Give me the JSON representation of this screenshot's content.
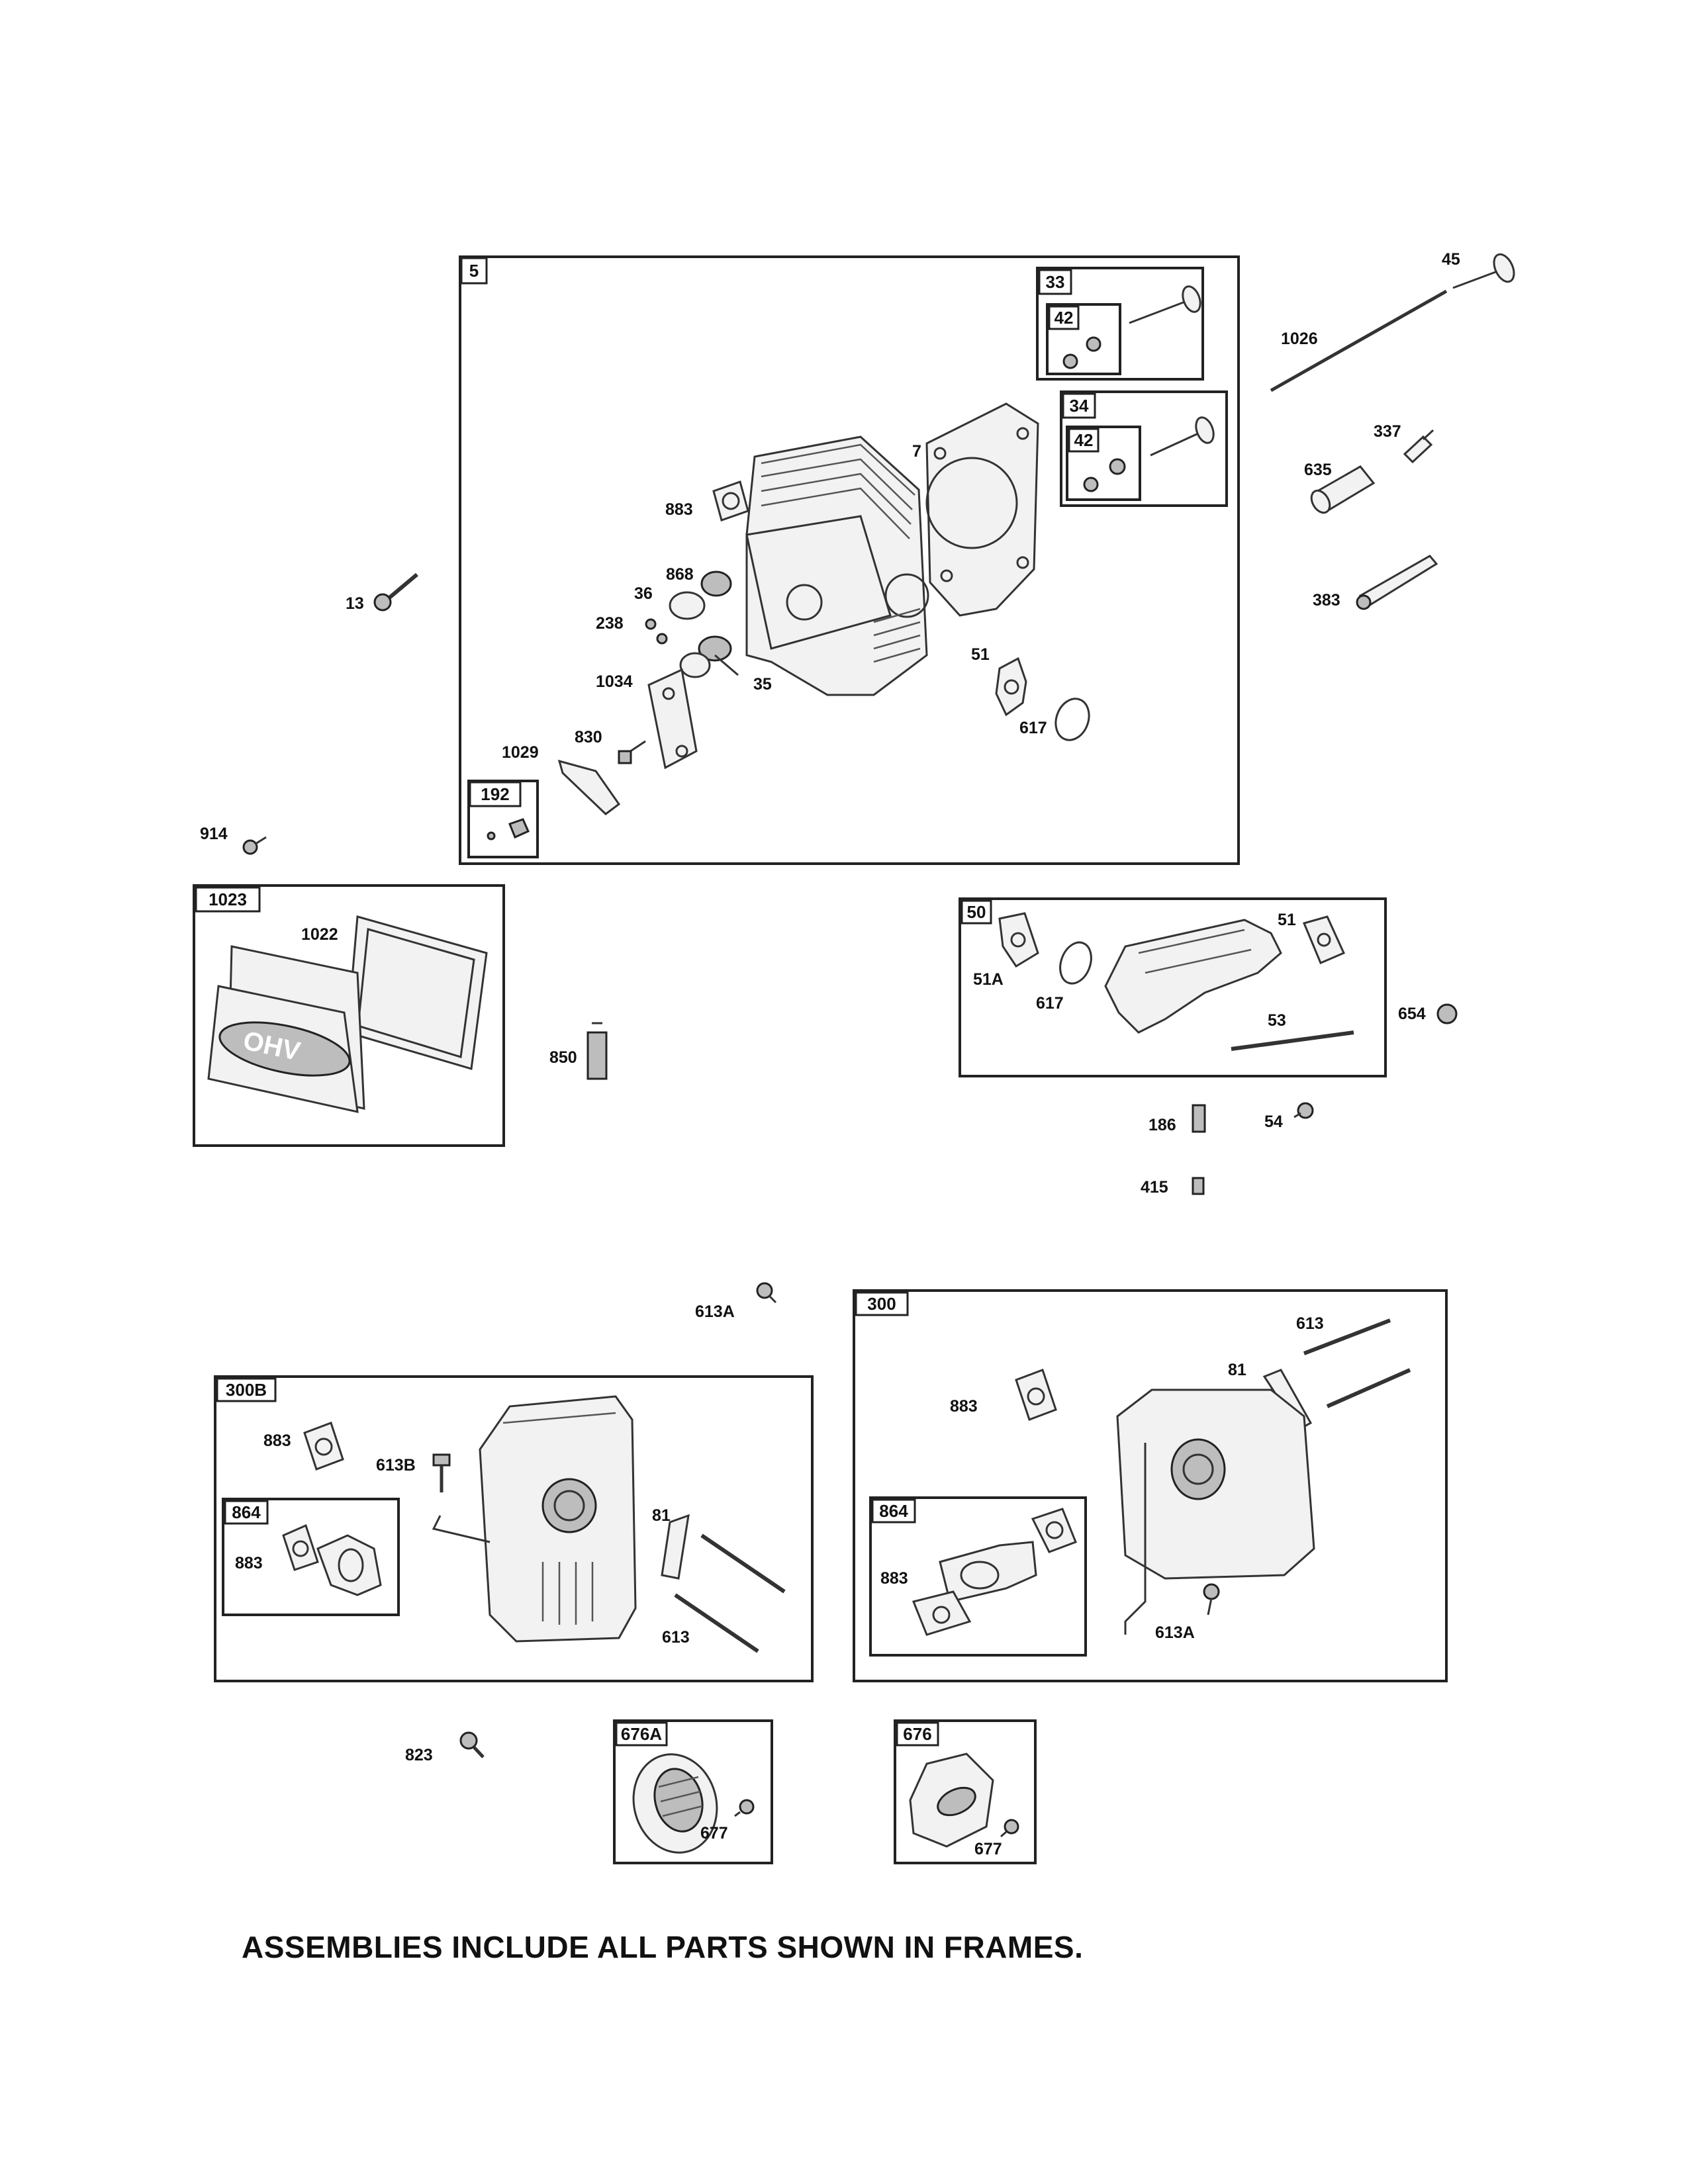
{
  "frames": {
    "f5": "5",
    "f33": "33",
    "f42a": "42",
    "f34": "34",
    "f42b": "42",
    "f192": "192",
    "f1023": "1023",
    "f50": "50",
    "f300": "300",
    "f300b": "300B",
    "f864a": "864",
    "f864b": "864",
    "f676a": "676A",
    "f676": "676"
  },
  "labels": {
    "l45": "45",
    "l1026": "1026",
    "l337": "337",
    "l635": "635",
    "l383": "383",
    "l7": "7",
    "l883a": "883",
    "l868": "868",
    "l36": "36",
    "l238": "238",
    "l35": "35",
    "l1034": "1034",
    "l830": "830",
    "l1029": "1029",
    "l51a": "51",
    "l617a": "617",
    "l13": "13",
    "l914": "914",
    "l1022": "1022",
    "l850": "850",
    "l51b": "51A",
    "l617b": "617",
    "l51c": "51",
    "l53": "53",
    "l654": "654",
    "l186": "186",
    "l54": "54",
    "l415": "415",
    "l613a1": "613A",
    "l613": "613",
    "l81a": "81",
    "l883b": "883",
    "l883c": "883",
    "l613a2": "613A",
    "l883d": "883",
    "l613b": "613B",
    "l883e": "883",
    "l81b": "81",
    "l613c": "613",
    "l823": "823",
    "l677a": "677",
    "l677b": "677"
  },
  "cover_logo": "OHV",
  "footer": "ASSEMBLIES INCLUDE ALL PARTS SHOWN IN FRAMES."
}
